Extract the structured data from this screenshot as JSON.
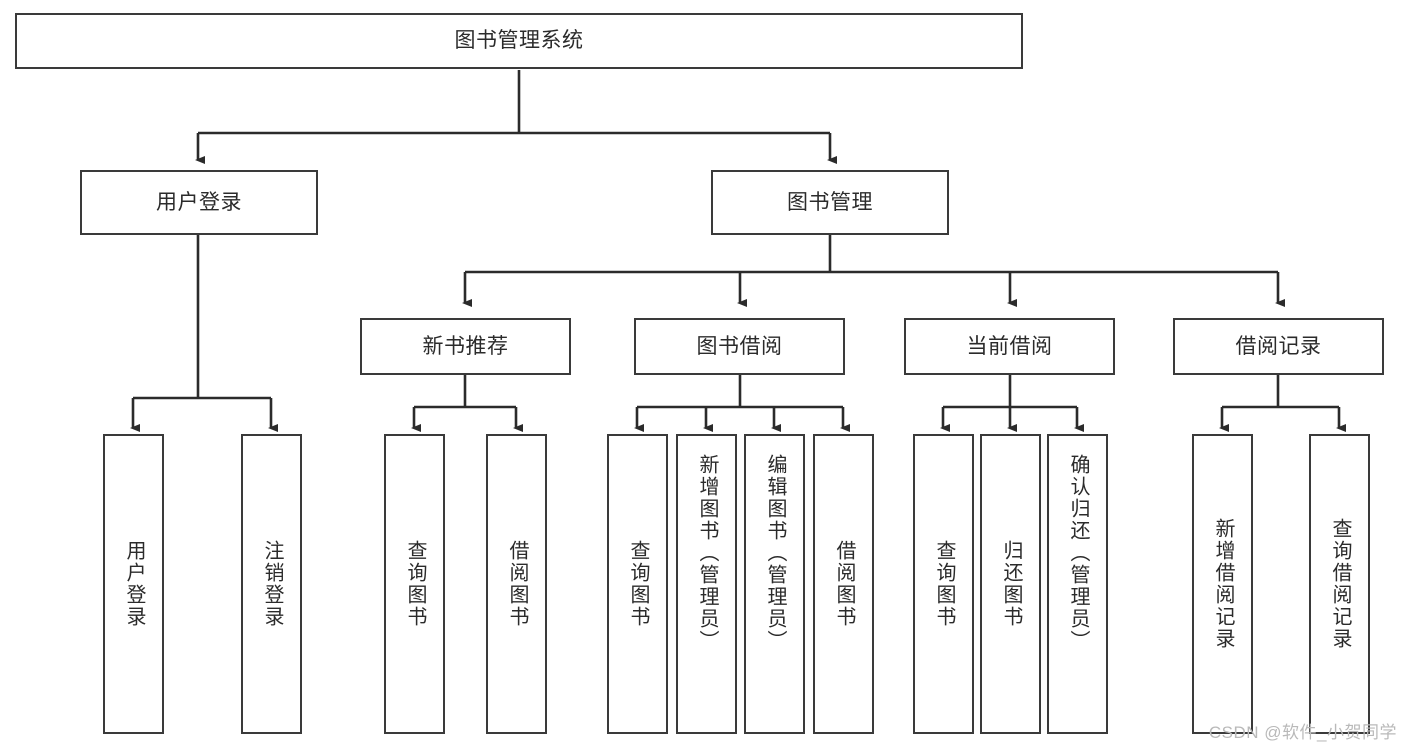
{
  "diagram": {
    "title": "图书管理系统",
    "watermark": "CSDN @软件_小贺同学",
    "type": "tree-hierarchy",
    "colors": {
      "box_border": "#3a3a3a",
      "box_fill": "#ffffff",
      "edge": "#2b2b2b",
      "text": "#2b2b2b",
      "watermark": "#b9b9b9"
    },
    "root": {
      "id": "root",
      "label": "图书管理系统"
    },
    "level2": [
      {
        "id": "login",
        "label": "用户登录"
      },
      {
        "id": "bookmgmt",
        "label": "图书管理"
      }
    ],
    "level3": [
      {
        "id": "newbook",
        "label": "新书推荐",
        "parent": "bookmgmt"
      },
      {
        "id": "borrow",
        "label": "图书借阅",
        "parent": "bookmgmt"
      },
      {
        "id": "current",
        "label": "当前借阅",
        "parent": "bookmgmt"
      },
      {
        "id": "records",
        "label": "借阅记录",
        "parent": "bookmgmt"
      }
    ],
    "leaves": [
      {
        "id": "leaf-user-login",
        "label": "用户登录",
        "parent": "login"
      },
      {
        "id": "leaf-user-logout",
        "label": "注销登录",
        "parent": "login"
      },
      {
        "id": "leaf-newbook-query",
        "label": "查询图书",
        "parent": "newbook"
      },
      {
        "id": "leaf-newbook-borrow",
        "label": "借阅图书",
        "parent": "newbook"
      },
      {
        "id": "leaf-borrow-query",
        "label": "查询图书",
        "parent": "borrow"
      },
      {
        "id": "leaf-borrow-add",
        "label": "新增图书（管理员）",
        "parent": "borrow"
      },
      {
        "id": "leaf-borrow-edit",
        "label": "编辑图书（管理员）",
        "parent": "borrow"
      },
      {
        "id": "leaf-borrow-lend",
        "label": "借阅图书",
        "parent": "borrow"
      },
      {
        "id": "leaf-current-query",
        "label": "查询图书",
        "parent": "current"
      },
      {
        "id": "leaf-current-return",
        "label": "归还图书",
        "parent": "current"
      },
      {
        "id": "leaf-current-confirm",
        "label": "确认归还（管理员）",
        "parent": "current"
      },
      {
        "id": "leaf-records-add",
        "label": "新增借阅记录",
        "parent": "records"
      },
      {
        "id": "leaf-records-query",
        "label": "查询借阅记录",
        "parent": "records"
      }
    ]
  }
}
